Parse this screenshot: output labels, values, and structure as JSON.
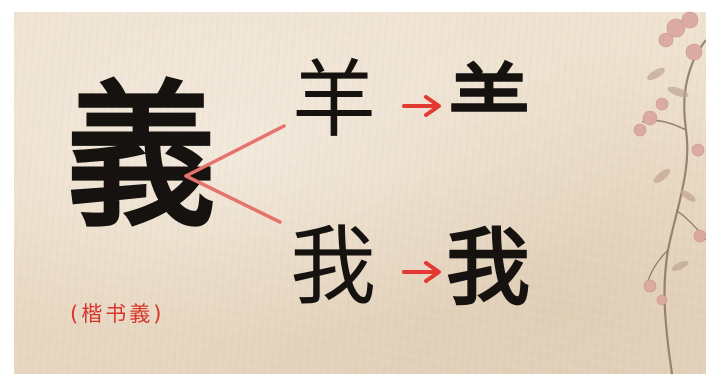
{
  "glyphs": {
    "main": "義",
    "top_left": "羊",
    "top_right": "⺷",
    "bottom_left": "我",
    "bottom_right": "我"
  },
  "caption": "(楷书義)",
  "colors": {
    "background_paper": "#ecdfcc",
    "ink": "#151210",
    "accent_red": "#e23a33",
    "branch_line": "#e5736a",
    "blossom_pink": "#d9a39c"
  },
  "decoration": {
    "right_edge": "plum-blossom-branch"
  }
}
